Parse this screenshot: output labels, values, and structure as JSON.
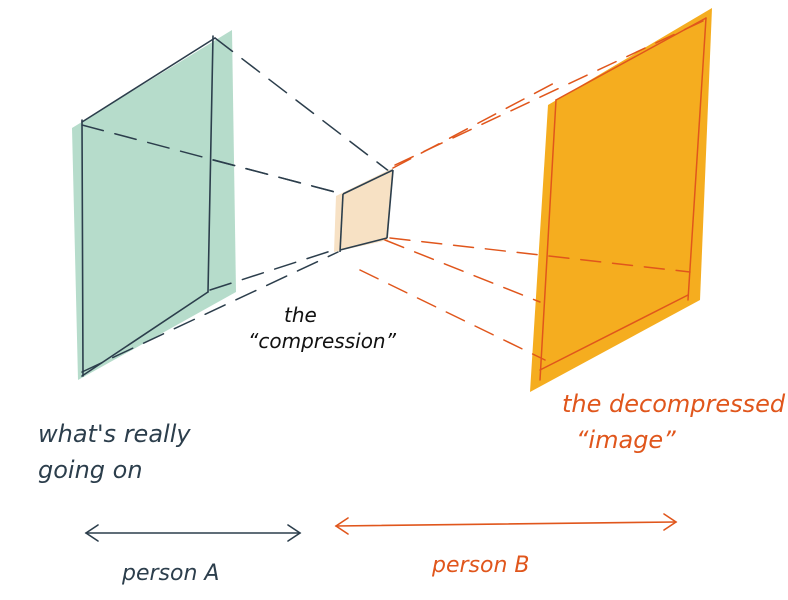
{
  "colors": {
    "ink_dark": "#2c3e4c",
    "ink_orange": "#e0561c",
    "panel_green": "#b6dccb",
    "panel_orange": "#f5ad1f",
    "panel_small": "#f7e1c4"
  },
  "labels": {
    "left_line1": "what's really",
    "left_line2": "going on",
    "middle_line1": "the",
    "middle_line2": "“compression”",
    "right_line1": "the decompressed",
    "right_line2": "“image”",
    "person_a": "person A",
    "person_b": "person B"
  }
}
